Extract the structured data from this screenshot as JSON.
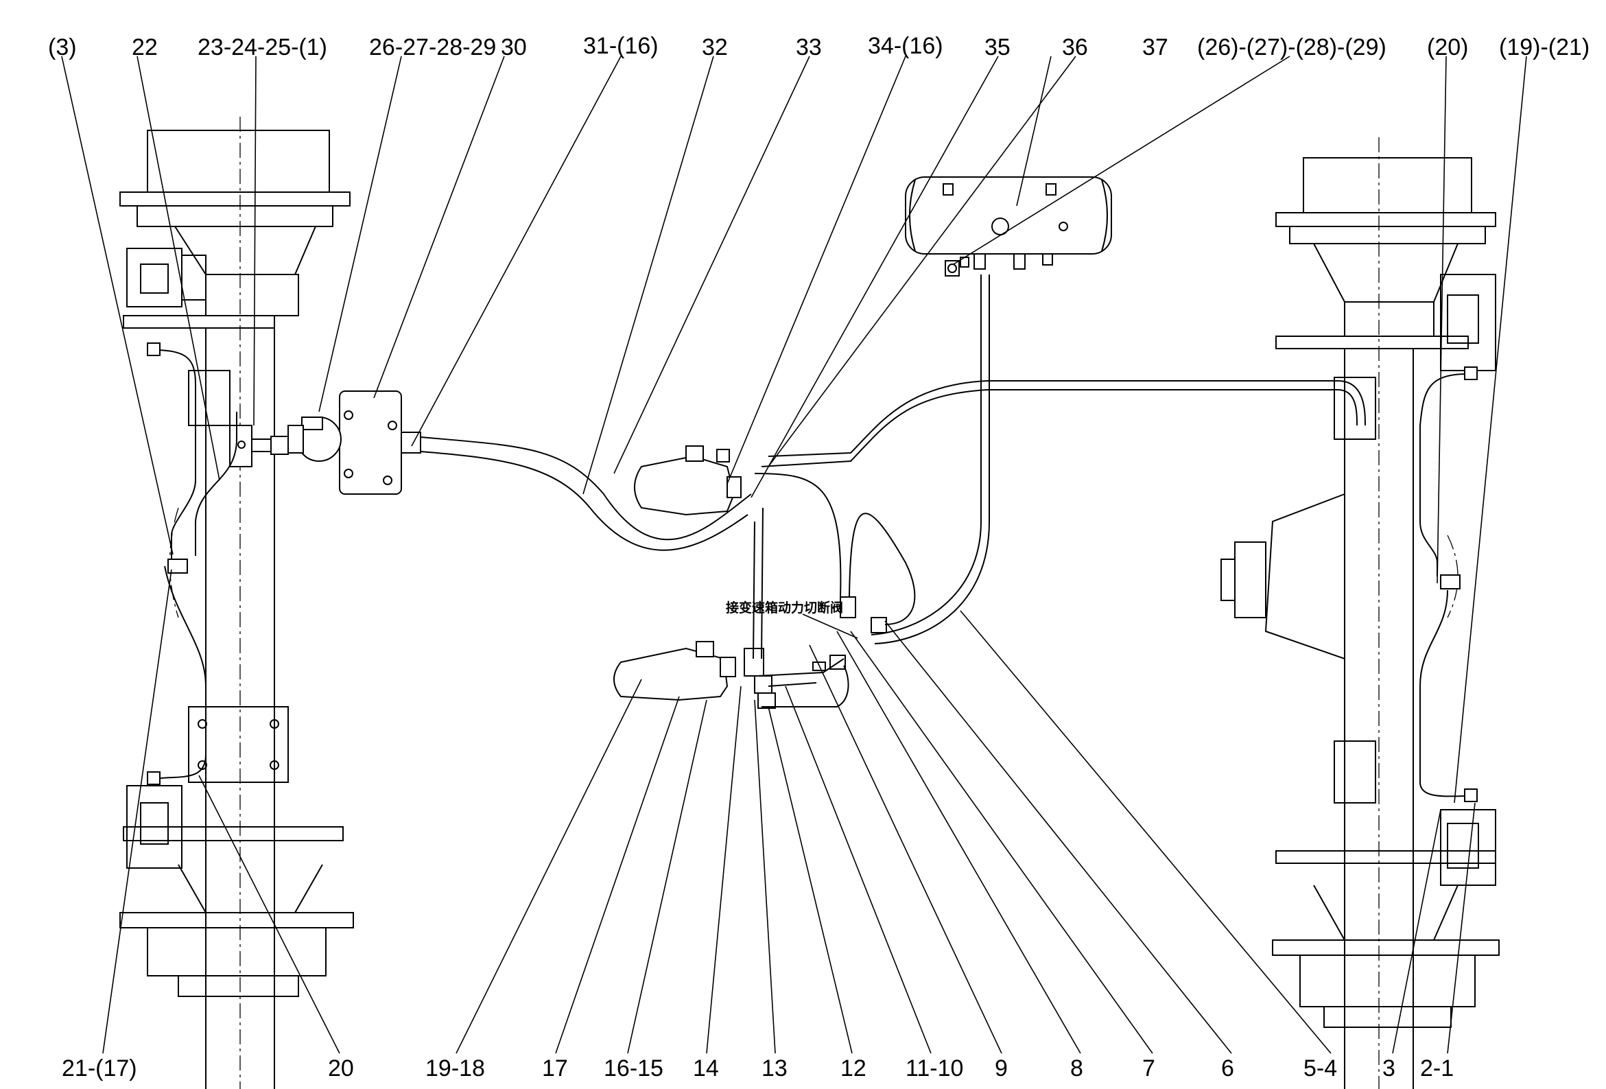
{
  "callouts_top": [
    "(3)",
    "22",
    "23-24-25-(1)",
    "26-27-28-29",
    "30",
    "31-(16)",
    "32",
    "33",
    "34-(16)",
    "35",
    "36",
    "37",
    "(26)-(27)-(28)-(29)",
    "(20)",
    "(19)-(21)"
  ],
  "callouts_bottom": [
    "21-(17)",
    "20",
    "19-18",
    "17",
    "16-15",
    "14",
    "13",
    "12",
    "11-10",
    "9",
    "8",
    "7",
    "6",
    "5-4",
    "3",
    "2-1"
  ],
  "annotation": "接变速箱动力切断阀"
}
